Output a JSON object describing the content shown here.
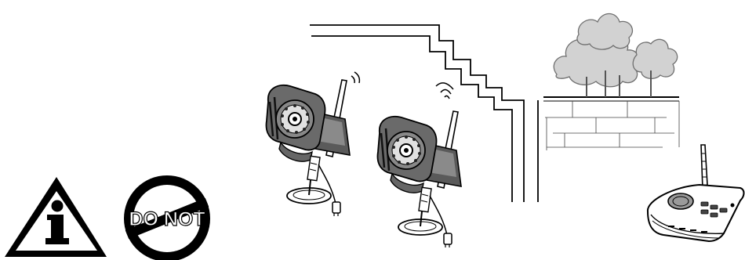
{
  "warning_sign": {
    "icon": "info-warning-triangle",
    "symbol": "i"
  },
  "prohibition_sign": {
    "icon": "prohibition-circle",
    "text": "DO NOT"
  },
  "illustration": {
    "cameras": [
      {
        "icon": "wireless-camera-icon"
      },
      {
        "icon": "wireless-camera-icon"
      }
    ],
    "receiver": {
      "icon": "wireless-receiver-icon"
    },
    "obstacles": [
      "staircase-wall",
      "brick-wall",
      "trees"
    ]
  }
}
